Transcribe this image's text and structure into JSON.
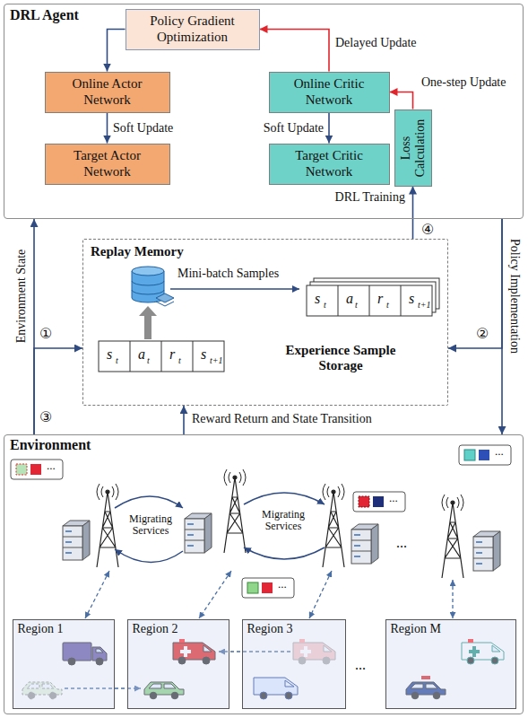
{
  "diagram": {
    "nodes": [
      {
        "text": [
          "DRL Agent"
        ]
      },
      {
        "text": [
          "Policy Gradient Optimization"
        ],
        "in": 0
      },
      {
        "text": [
          "Online Actor Network"
        ],
        "in": 0
      },
      {
        "text": [
          "Target Actor Network"
        ],
        "in": 0
      },
      {
        "text": [
          "Online Critic Network"
        ],
        "in": 0
      },
      {
        "text": [
          "Target Critic Network"
        ],
        "in": 0
      },
      {
        "text": [
          "Loss Calculation"
        ],
        "in": 0
      },
      {
        "text": [
          "Replay Memory"
        ]
      },
      {
        "text": [
          "Environment"
        ]
      },
      {
        "text": [
          "Region 1"
        ],
        "in": 8
      },
      {
        "text": [
          "Region 2"
        ],
        "in": 8
      },
      {
        "text": [
          "Region 3"
        ],
        "in": 8
      },
      {
        "text": [
          "Region M"
        ],
        "in": 8
      }
    ],
    "edges": [
      {
        "from": 1,
        "to": 2,
        "arrow": "to"
      },
      {
        "from": 2,
        "to": 3,
        "label": "Soft Update",
        "arrow": "to"
      },
      {
        "from": 4,
        "to": 1,
        "label": "Delayed Update",
        "arrow": "to"
      },
      {
        "from": 6,
        "to": 4,
        "label": "One-step Update",
        "arrow": "to"
      },
      {
        "from": 4,
        "to": 5,
        "label": "Soft Update",
        "arrow": "to"
      },
      {
        "from": 7,
        "to": 6,
        "label": "DRL Training",
        "arrow": "to"
      },
      {
        "from": 8,
        "to": 0,
        "label": "Environment State",
        "arrow": "to"
      },
      {
        "from": 8,
        "to": 7,
        "arrow": "to"
      },
      {
        "from": 0,
        "to": 8,
        "label": "Policy Implementation",
        "arrow": "to"
      },
      {
        "from": 0,
        "to": 7,
        "arrow": "to"
      },
      {
        "from": 8,
        "to": 7,
        "label": "Reward Return and State Transition",
        "arrow": "to"
      }
    ],
    "labels": [
      "①",
      "②",
      "③",
      "④",
      "Mini-batch Samples",
      "s",
      "t",
      "a",
      "t",
      "r",
      "t",
      "s",
      "t+1",
      "s",
      "t",
      "a",
      "t",
      "r",
      "t",
      "s",
      "t+1",
      "Experience Sample Storage",
      "Migrating Services",
      "Migrating Services",
      "...",
      "...",
      "...",
      "...",
      "...",
      "..."
    ]
  }
}
